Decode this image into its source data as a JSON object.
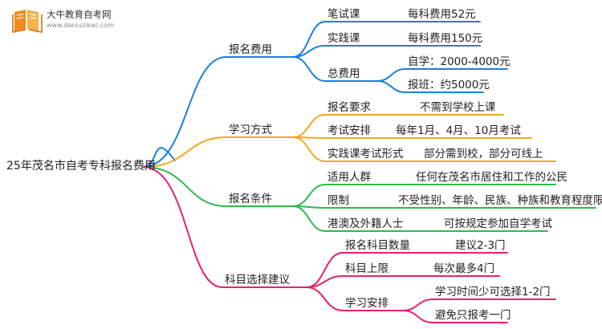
{
  "watermark": {
    "site_name": "大牛教育自考网",
    "site_url": "www.daniuzikao.com"
  },
  "root": "25年茂名市自考专科报名费用",
  "colors": {
    "fee": "#1a7fe3",
    "study": "#f2a81d",
    "condition": "#2dba4e",
    "subject": "#e8226e",
    "logo": "#f28a1e"
  },
  "branches": [
    {
      "label": "报名费用",
      "items": [
        {
          "key": "笔试课",
          "value": "每科费用52元"
        },
        {
          "key": "实践课",
          "value": "每科费用150元"
        },
        {
          "key": "总费用",
          "children": [
            "自学：2000-4000元",
            "报班：约5000元"
          ]
        }
      ]
    },
    {
      "label": "学习方式",
      "items": [
        {
          "key": "报名要求",
          "value": "不需到学校上课"
        },
        {
          "key": "考试安排",
          "value": "每年1月、4月、10月考试"
        },
        {
          "key": "实践课考试形式",
          "value": "部分需到校，部分可线上"
        }
      ]
    },
    {
      "label": "报名条件",
      "items": [
        {
          "key": "适用人群",
          "value": "任何在茂名市居住和工作的公民"
        },
        {
          "key": "限制",
          "value": "不受性别、年龄、民族、种族和教育程度限制"
        },
        {
          "key": "港澳及外籍人士",
          "value": "可按规定参加自学考试"
        }
      ]
    },
    {
      "label": "科目选择建议",
      "items": [
        {
          "key": "报名科目数量",
          "value": "建议2-3门"
        },
        {
          "key": "科目上限",
          "value": "每次最多4门"
        },
        {
          "key": "学习安排",
          "children": [
            "学习时间少可选择1-2门",
            "避免只报考一门"
          ]
        }
      ]
    }
  ]
}
